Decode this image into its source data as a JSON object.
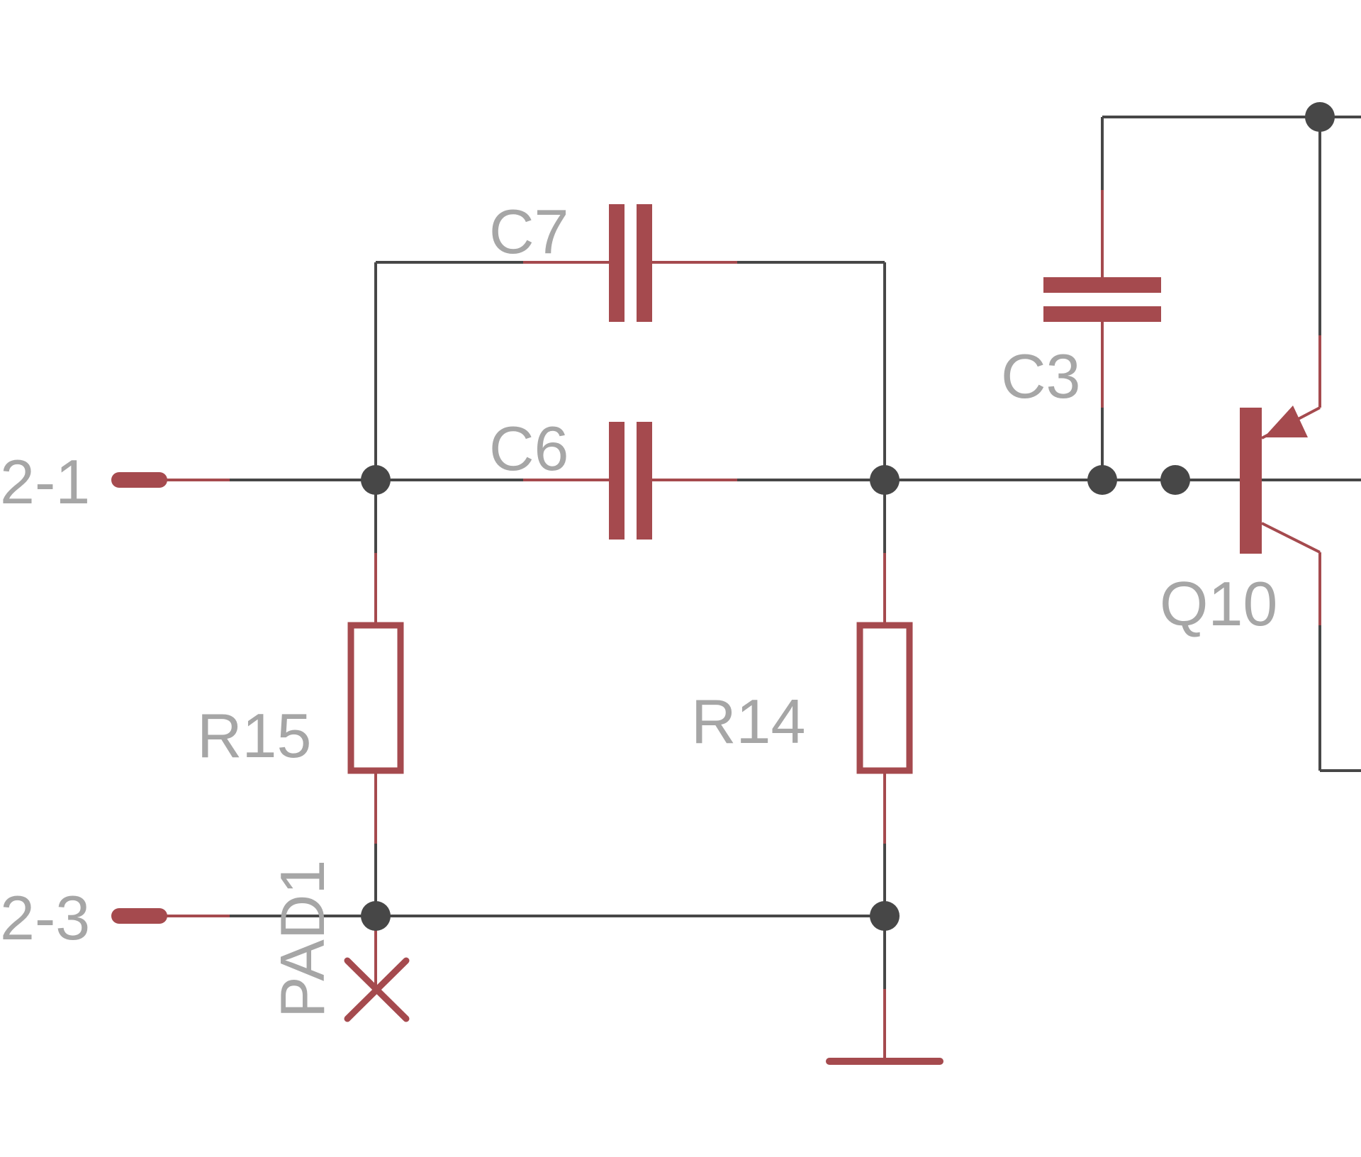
{
  "schematic": {
    "colors": {
      "wire": "#474747",
      "component": "#a54a4e",
      "label": "#a6a6a6",
      "junction": "#474747"
    },
    "labels": {
      "pin_2_1": "2-1",
      "pin_2_3": "2-3",
      "c7": "C7",
      "c6": "C6",
      "c3": "C3",
      "r15": "R15",
      "r14": "R14",
      "q10": "Q10",
      "pad1": "PAD1"
    },
    "components": [
      {
        "ref": "C7",
        "kind": "capacitor"
      },
      {
        "ref": "C6",
        "kind": "capacitor"
      },
      {
        "ref": "C3",
        "kind": "capacitor"
      },
      {
        "ref": "R15",
        "kind": "resistor"
      },
      {
        "ref": "R14",
        "kind": "resistor"
      },
      {
        "ref": "Q10",
        "kind": "pnp-transistor"
      },
      {
        "ref": "PAD1",
        "kind": "pad"
      }
    ]
  }
}
